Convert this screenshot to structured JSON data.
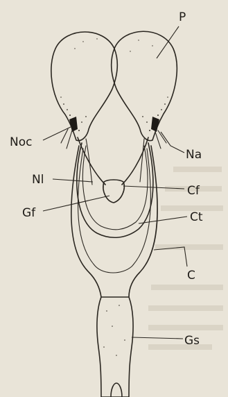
{
  "figure": {
    "labels": {
      "P": "P",
      "Noc": "Noc",
      "Na": "Na",
      "Nl": "Nl",
      "Cf": "Cf",
      "Gf": "Gf",
      "Ct": "Ct",
      "C": "C",
      "Gs": "Gs"
    },
    "colors": {
      "background": "#e9e4d8",
      "ink": "#2a2620",
      "bleed_through": "#bdb4a3"
    }
  }
}
